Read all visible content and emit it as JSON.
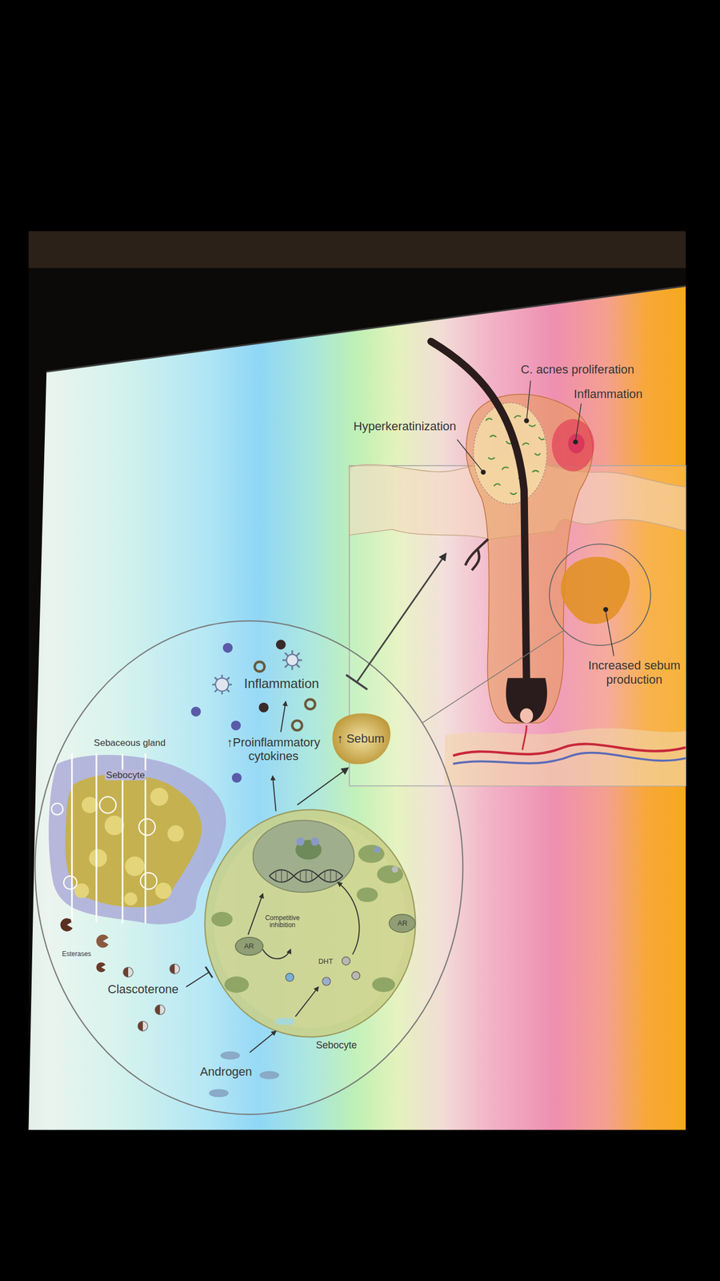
{
  "diagram": {
    "nodes": [
      {
        "text": [
          "Sebaceous gland"
        ]
      },
      {
        "text": [
          "Sebocyte"
        ]
      },
      {
        "text": [
          "AR"
        ],
        "in": 1
      },
      {
        "text": [
          "AR"
        ],
        "in": 1
      },
      {
        "text": [
          "↑ Sebum"
        ]
      }
    ],
    "edges": [
      {
        "from": 1,
        "to": 4,
        "arrow": "to"
      }
    ],
    "labels": [
      "C. acnes proliferation",
      "Inflammation",
      "Hyperkeratinization",
      "Increased sebum production",
      "Inflammation",
      "↑Proinflammatory cytokines",
      "Sebocyte",
      "Competitive inhibition",
      "DHT",
      "Esterases",
      "Clascoterone",
      "Androgen"
    ]
  }
}
